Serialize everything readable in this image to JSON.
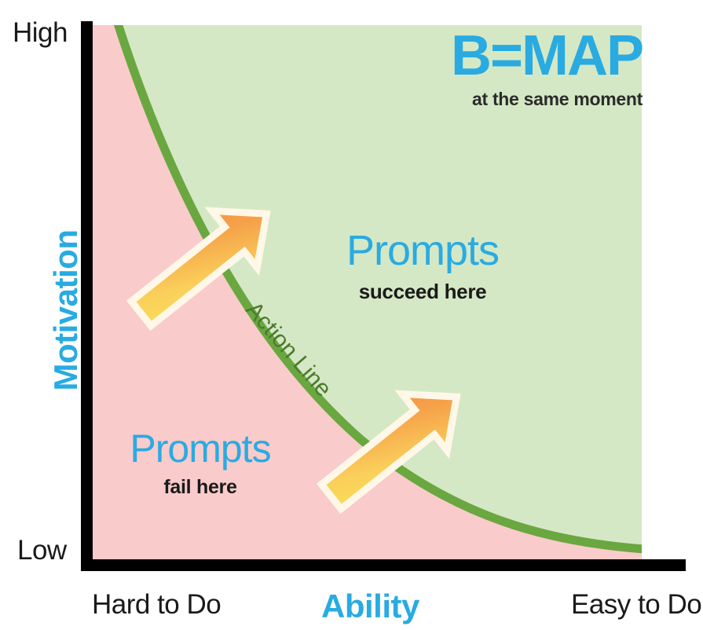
{
  "chart_data": {
    "type": "line",
    "title": "B=MAP",
    "subtitle": "at the same moment",
    "xlabel": "Ability",
    "ylabel": "Motivation",
    "x_axis": {
      "label": "Ability",
      "low_end_label": "Hard to Do",
      "high_end_label": "Easy to Do",
      "range": [
        "Hard to Do",
        "Easy to Do"
      ],
      "grid": false
    },
    "y_axis": {
      "label": "Motivation",
      "low_end_label": "Low",
      "high_end_label": "High",
      "range": [
        "Low",
        "High"
      ],
      "grid": false
    },
    "curve": {
      "name": "Action Line",
      "label": "Action Line",
      "color": "#6aa740",
      "description": "Concave hyperbolic threshold curve separating the fail region from the succeed region",
      "points": [
        {
          "x": 0.05,
          "y": 1.0
        },
        {
          "x": 0.09,
          "y": 0.78
        },
        {
          "x": 0.15,
          "y": 0.58
        },
        {
          "x": 0.24,
          "y": 0.41
        },
        {
          "x": 0.38,
          "y": 0.26
        },
        {
          "x": 0.56,
          "y": 0.14
        },
        {
          "x": 0.78,
          "y": 0.05
        },
        {
          "x": 1.0,
          "y": 0.0
        }
      ]
    },
    "regions": [
      {
        "name": "fail-region",
        "title": "Prompts",
        "subtitle": "fail here",
        "fill": "#FACBCB",
        "position": "below-left of Action Line"
      },
      {
        "name": "succeed-region",
        "title": "Prompts",
        "subtitle": "succeed here",
        "fill": "#D5E8C5",
        "position": "above-right of Action Line"
      }
    ],
    "annotations": [
      {
        "name": "arrow-upper",
        "type": "arrow",
        "label": "",
        "from": {
          "x": 0.08,
          "y": 0.45
        },
        "to": {
          "x": 0.4,
          "y": 0.7
        },
        "direction": "up-right",
        "crosses": "Action Line"
      },
      {
        "name": "arrow-lower",
        "type": "arrow",
        "label": "",
        "from": {
          "x": 0.42,
          "y": 0.09
        },
        "to": {
          "x": 0.74,
          "y": 0.35
        },
        "direction": "up-right",
        "crosses": "Action Line"
      }
    ],
    "legend": {
      "show": false
    }
  },
  "headline": {
    "main": "B=MAP",
    "sub": "at the same moment"
  },
  "axes": {
    "y_high": "High",
    "y_low": "Low",
    "y_title": "Motivation",
    "x_low": "Hard to Do",
    "x_high": "Easy to Do",
    "x_title": "Ability"
  },
  "zones": {
    "succeed": {
      "title": "Prompts",
      "sub": "succeed here"
    },
    "fail": {
      "title": "Prompts",
      "sub": "fail here"
    }
  },
  "curve_label": "Action Line",
  "colors": {
    "accent_blue": "#29ABE2",
    "curve_green": "#6aa740",
    "fill_green": "#D5E8C5",
    "fill_pink": "#FACBCB",
    "arrow_orange": "#F4903E",
    "arrow_yellow": "#FCE35C",
    "axis_black": "#000000",
    "text_dark": "#1a1a1a",
    "action_line_text": "#4c7a2e"
  }
}
